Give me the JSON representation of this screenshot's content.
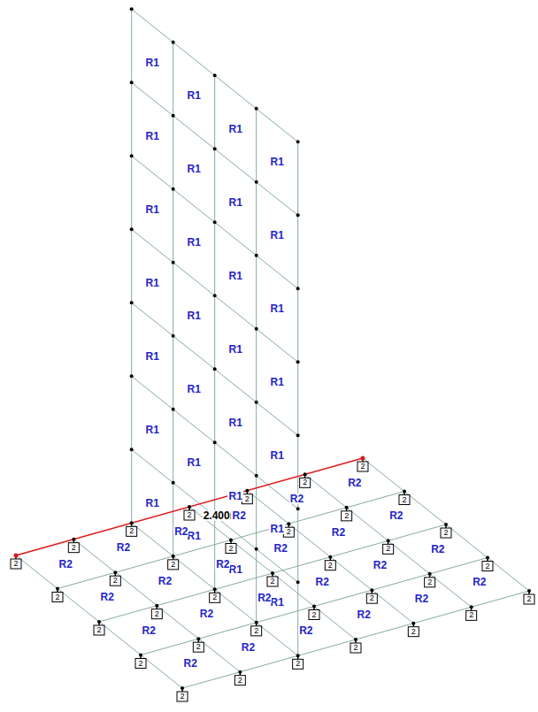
{
  "diagram": {
    "labels": [
      "2.400m",
      "R1",
      "R1",
      "R1",
      "R1",
      "R1",
      "R1",
      "R1",
      "R1",
      "R1",
      "R1",
      "R1",
      "R1",
      "R1",
      "R1",
      "R1",
      "R1",
      "R1",
      "R1",
      "R1",
      "R1",
      "R1",
      "R1",
      "R1",
      "R1",
      "R1",
      "R1",
      "R1",
      "R1",
      "R2",
      "R2",
      "R2",
      "R2",
      "R2",
      "R2",
      "R2",
      "R2",
      "R2",
      "R2",
      "R2",
      "R2",
      "R2",
      "R2",
      "R2",
      "R2",
      "R2",
      "R2",
      "R2",
      "R2",
      "R2",
      "R2",
      "R2",
      "R2",
      "2",
      "2",
      "2",
      "2",
      "2",
      "2",
      "2",
      "2",
      "2",
      "2",
      "2",
      "2",
      "2",
      "2",
      "2",
      "2",
      "2",
      "2",
      "2",
      "2",
      "2",
      "2",
      "2",
      "2",
      "2",
      "2",
      "2",
      "2",
      "2",
      "2",
      "2",
      "2",
      "2",
      "2",
      "2"
    ]
  }
}
